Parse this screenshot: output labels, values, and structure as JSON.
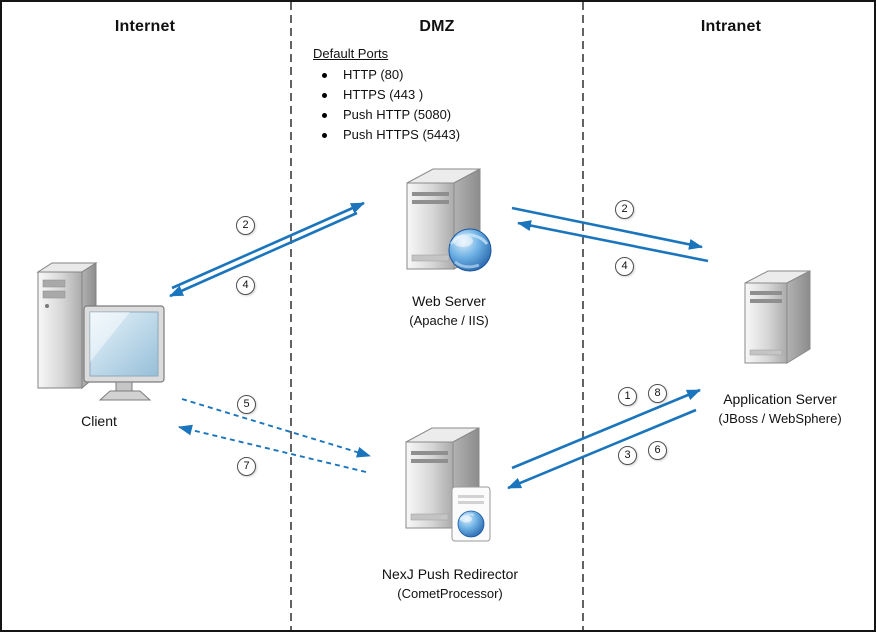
{
  "diagram": {
    "zones": [
      {
        "label": "Internet"
      },
      {
        "label": "DMZ"
      },
      {
        "label": "Intranet"
      }
    ],
    "default_ports": {
      "title": "Default Ports",
      "items": [
        "HTTP (80)",
        "HTTPS (443 )",
        "Push HTTP (5080)",
        "Push HTTPS (5443)"
      ]
    },
    "nodes": [
      {
        "label": "Client",
        "sublabel": "",
        "icon": "desktop-computer-icon",
        "zone": "Internet"
      },
      {
        "label": "Web Server",
        "sublabel": "(Apache / IIS)",
        "icon": "server-with-globe-icon",
        "zone": "DMZ"
      },
      {
        "label": "NexJ Push Redirector",
        "sublabel": "(CometProcessor)",
        "icon": "server-with-page-globe-icon",
        "zone": "DMZ"
      },
      {
        "label": "Application Server",
        "sublabel": "(JBoss / WebSphere)",
        "icon": "server-icon",
        "zone": "Intranet"
      }
    ],
    "connections": [
      {
        "from": "Client",
        "to": "Web Server",
        "line": "solid",
        "steps": [
          "2"
        ]
      },
      {
        "from": "Web Server",
        "to": "Client",
        "line": "solid",
        "steps": [
          "4"
        ]
      },
      {
        "from": "Web Server",
        "to": "Application Server",
        "line": "solid",
        "steps": [
          "2"
        ]
      },
      {
        "from": "Application Server",
        "to": "Web Server",
        "line": "solid",
        "steps": [
          "4"
        ]
      },
      {
        "from": "Client",
        "to": "NexJ Push Redirector",
        "line": "dashed",
        "steps": [
          "5"
        ]
      },
      {
        "from": "NexJ Push Redirector",
        "to": "Client",
        "line": "dashed",
        "steps": [
          "7"
        ]
      },
      {
        "from": "NexJ Push Redirector",
        "to": "Application Server",
        "line": "solid",
        "steps": [
          "1",
          "8"
        ]
      },
      {
        "from": "Application Server",
        "to": "NexJ Push Redirector",
        "line": "solid",
        "steps": [
          "3",
          "6"
        ]
      }
    ],
    "badges": [
      {
        "label": "2"
      },
      {
        "label": "4"
      },
      {
        "label": "2"
      },
      {
        "label": "4"
      },
      {
        "label": "5"
      },
      {
        "label": "7"
      },
      {
        "label": "1"
      },
      {
        "label": "8"
      },
      {
        "label": "3"
      },
      {
        "label": "6"
      }
    ],
    "colors": {
      "arrow_blue": "#1b75bc",
      "divider_gray": "#3c3c3c",
      "background": "#ffffff"
    }
  }
}
